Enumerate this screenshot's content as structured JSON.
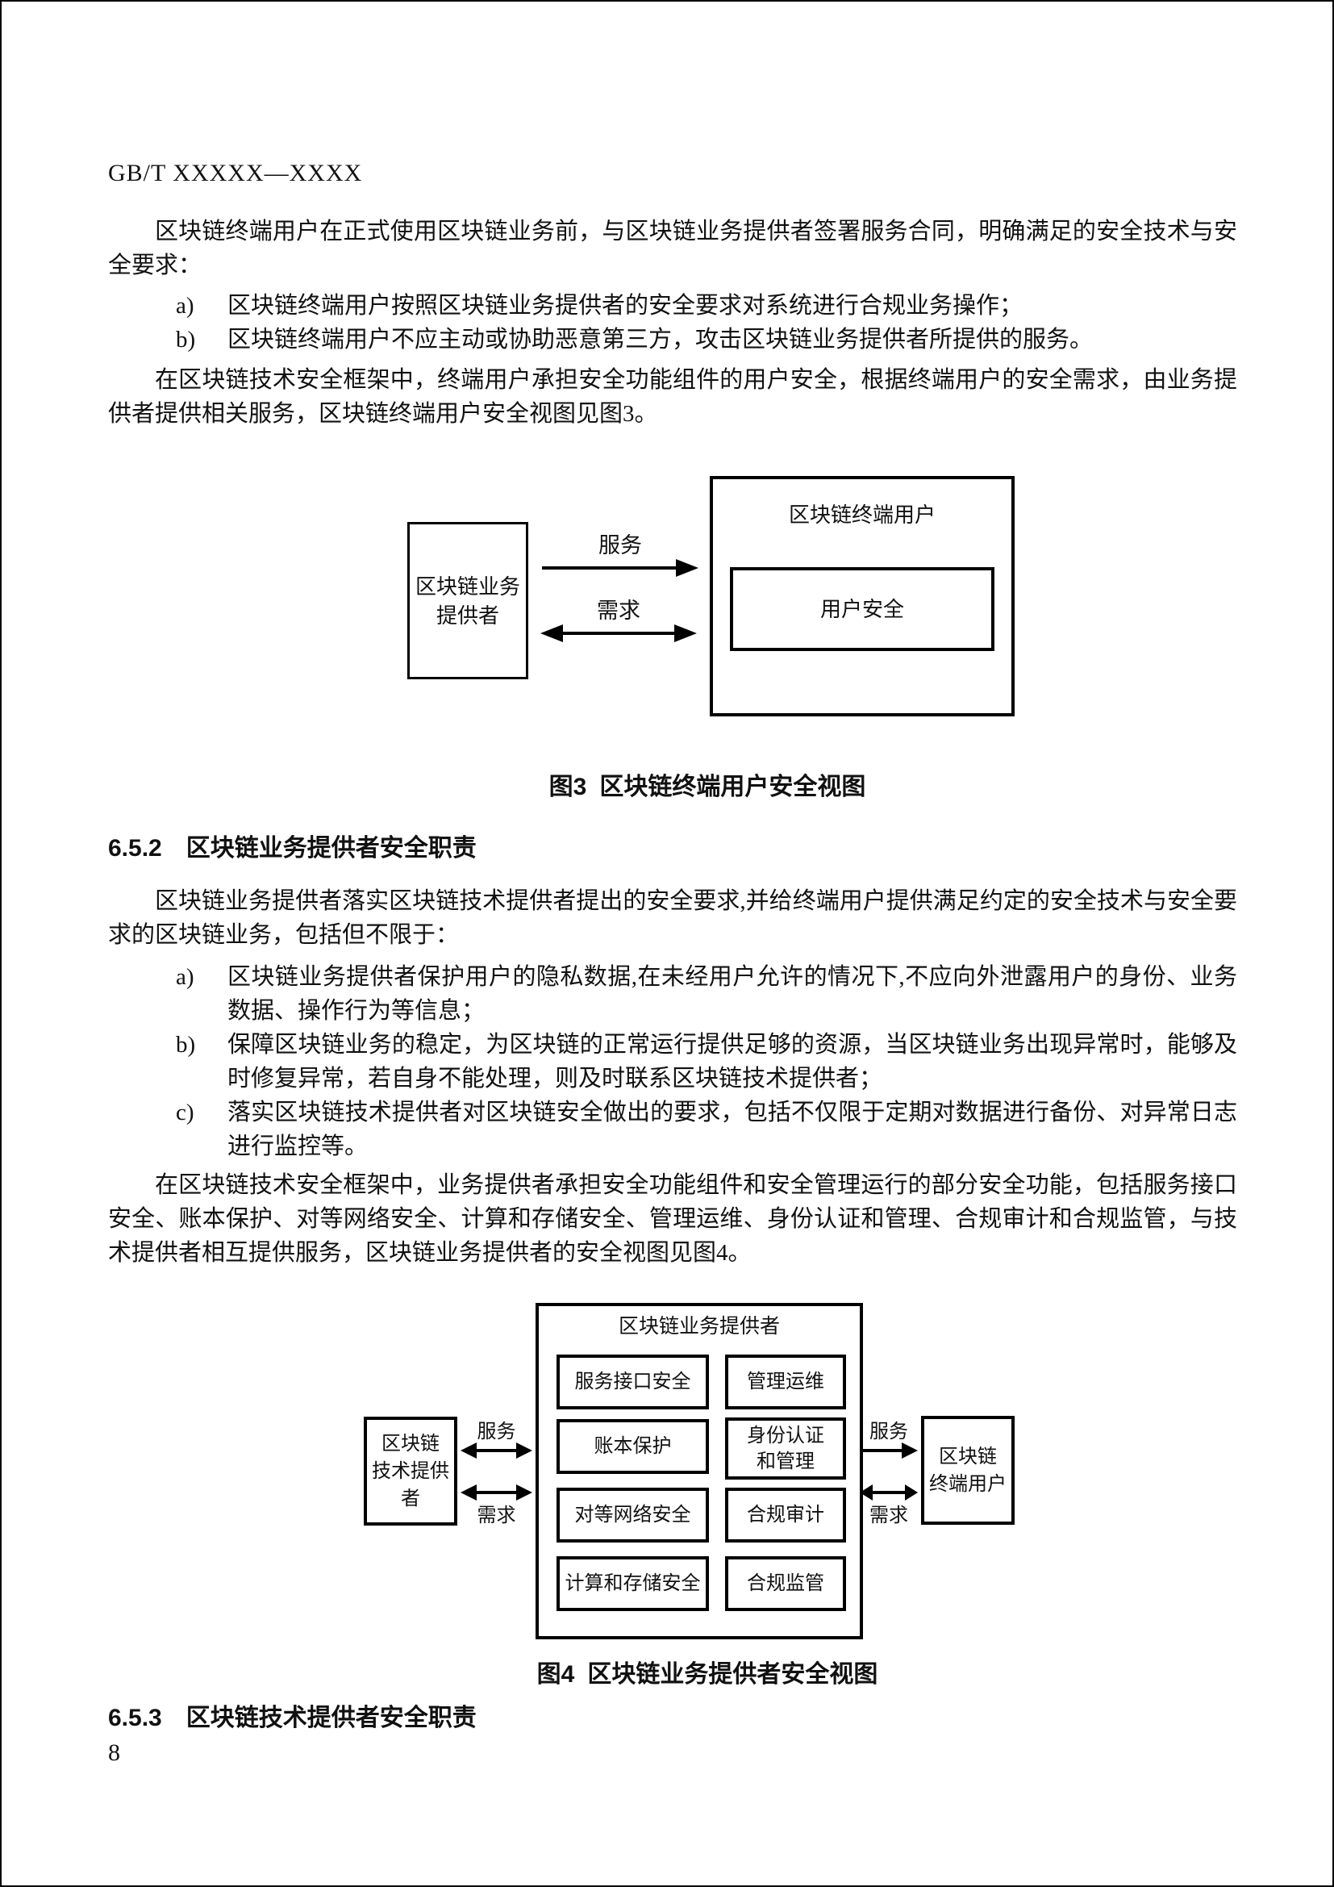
{
  "page": {
    "header": "GB/T XXXXX—XXXX",
    "page_number": "8"
  },
  "colors": {
    "text": "#111111",
    "line": "#000000",
    "background": "#ffffff"
  },
  "intro": {
    "p1": "区块链终端用户在正式使用区块链业务前，与区块链业务提供者签署服务合同，明确满足的安全技术与安全要求：",
    "items": [
      {
        "label": "a)",
        "text": "区块链终端用户按照区块链业务提供者的安全要求对系统进行合规业务操作；"
      },
      {
        "label": "b)",
        "text": "区块链终端用户不应主动或协助恶意第三方，攻击区块链业务提供者所提供的服务。"
      }
    ],
    "p2": "在区块链技术安全框架中，终端用户承担安全功能组件的用户安全，根据终端用户的安全需求，由业务提供者提供相关服务，区块链终端用户安全视图见图3。"
  },
  "figure3": {
    "provider_box": "区块链业务\n提供者",
    "enduser_title": "区块链终端用户",
    "inner_box": "用户安全",
    "service_label": "服务",
    "demand_label": "需求",
    "caption_no": "图3",
    "caption_title": "区块链终端用户安全视图"
  },
  "section_652": {
    "number": "6.5.2",
    "title": "区块链业务提供者安全职责",
    "p1": "区块链业务提供者落实区块链技术提供者提出的安全要求,并给终端用户提供满足约定的安全技术与安全要求的区块链业务，包括但不限于：",
    "items": [
      {
        "label": "a)",
        "text": "区块链业务提供者保护用户的隐私数据,在未经用户允许的情况下,不应向外泄露用户的身份、业务数据、操作行为等信息；"
      },
      {
        "label": "b)",
        "text": "保障区块链业务的稳定，为区块链的正常运行提供足够的资源，当区块链业务出现异常时，能够及时修复异常，若自身不能处理，则及时联系区块链技术提供者；"
      },
      {
        "label": "c)",
        "text": "落实区块链技术提供者对区块链安全做出的要求，包括不仅限于定期对数据进行备份、对异常日志进行监控等。"
      }
    ],
    "p2": "在区块链技术安全框架中，业务提供者承担安全功能组件和安全管理运行的部分安全功能，包括服务接口安全、账本保护、对等网络安全、计算和存储安全、管理运维、身份认证和管理、合规审计和合规监管，与技术提供者相互提供服务，区块链业务提供者的安全视图见图4。"
  },
  "figure4": {
    "tech_provider_box": "区块链\n技术提供者",
    "center_title": "区块链业务提供者",
    "modules": [
      "服务接口安全",
      "管理运维",
      "账本保护",
      "身份认证\n和管理",
      "对等网络安全",
      "合规审计",
      "计算和存储安全",
      "合规监管"
    ],
    "enduser_box": "区块链\n终端用户",
    "service_label": "服务",
    "demand_label": "需求",
    "caption_no": "图4",
    "caption_title": "区块链业务提供者安全视图"
  },
  "section_653": {
    "number": "6.5.3",
    "title": "区块链技术提供者安全职责"
  }
}
